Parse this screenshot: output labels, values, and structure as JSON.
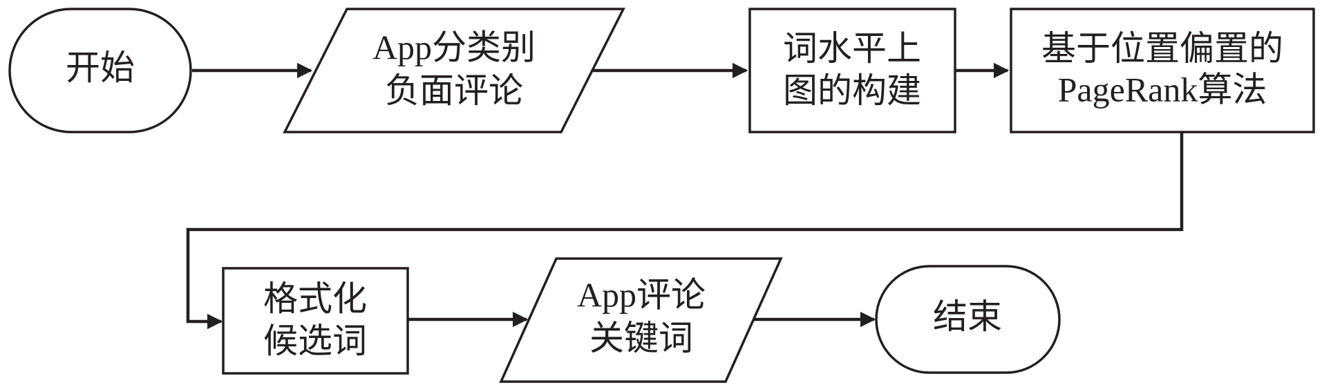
{
  "nodes": {
    "start": {
      "text": "开始"
    },
    "input_reviews": {
      "line1": "App分类别",
      "line2": "负面评论"
    },
    "word_graph": {
      "line1": "词水平上",
      "line2": "图的构建"
    },
    "pagerank": {
      "line1": "基于位置偏置的",
      "line2": "PageRank算法"
    },
    "format_candidates": {
      "line1": "格式化",
      "line2": "候选词"
    },
    "output_keywords": {
      "line1": "App评论",
      "line2": "关键词"
    },
    "end": {
      "text": "结束"
    }
  },
  "colors": {
    "stroke": "#231f20",
    "background": "#ffffff"
  }
}
